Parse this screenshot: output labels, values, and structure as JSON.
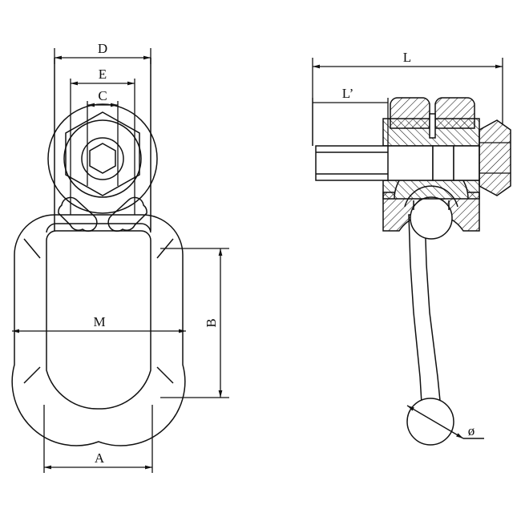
{
  "drawing": {
    "title": "Swivel hoist ring technical drawing",
    "type": "engineering-dimension-drawing",
    "background_color": "#ffffff",
    "line_color": "#111111",
    "views": [
      {
        "name": "front-view",
        "position": "left"
      },
      {
        "name": "side-view-section",
        "position": "right"
      }
    ],
    "dimension_labels": {
      "d": "D",
      "e": "E",
      "c": "C",
      "m": "M",
      "b": "B",
      "a": "A",
      "l": "L",
      "l_prime": "L’",
      "diameter": "ø"
    }
  }
}
